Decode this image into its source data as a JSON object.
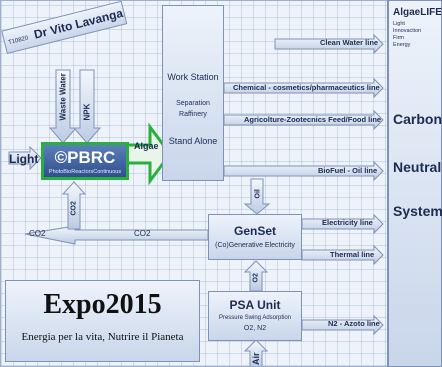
{
  "author": {
    "id": "T10820",
    "name": "Dr Vito Lavanga"
  },
  "inputs": {
    "waste_water": "Waste Water",
    "npk": "NPK",
    "light": "Light",
    "co2_up": "CO2",
    "air": "Air",
    "oil": "Oil",
    "o2": "O2"
  },
  "pbrc": {
    "title": "©PBRC",
    "subtitle": "PhotoBioReactorsContinuous",
    "algae": "Algae"
  },
  "workstation": {
    "title": "Work Station",
    "line1": "Separation",
    "line2": "Raffinery",
    "line3": "Stand Alone"
  },
  "lines": {
    "clean_water": "Clean Water line",
    "chemical": "Chemical - cosmetics/pharmaceutics line",
    "agriculture": "Agricolture-Zootecnics Feed/Food line",
    "biofuel": "BioFuel - Oil line",
    "electricity": "Electricity line",
    "thermal": "Thermal line",
    "n2": "N2 - Azoto line"
  },
  "genset": {
    "title": "GenSet",
    "subtitle": "(Co)Generative Electricity",
    "co2_left": "CO2",
    "co2_mid": "CO2"
  },
  "psa": {
    "title": "PSA Unit",
    "subtitle": "Pressure Swing Adsorption",
    "gases": "O2, N2"
  },
  "expo": {
    "title": "Expo2015",
    "subtitle": "Energia per la vita, Nutrire il Pianeta"
  },
  "right_panel": {
    "title": "AlgaeLIFE",
    "lines": [
      "Light",
      "Innovaction",
      "Firm",
      "Energy"
    ],
    "carbon": "Carbon",
    "neutral": "Neutral",
    "system": "System"
  },
  "colors": {
    "box_border": "#7f93b8",
    "pbrc_border": "#27b03f",
    "text": "#1d2b52",
    "arrow_fill": "#c9d6ea"
  }
}
